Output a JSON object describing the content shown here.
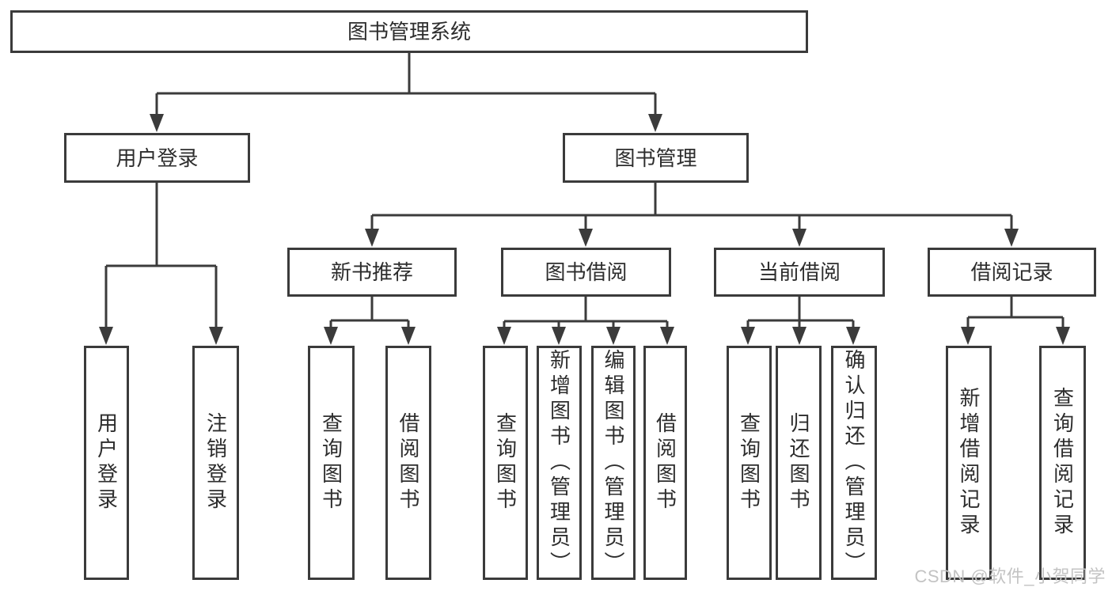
{
  "diagram": {
    "title": "图书管理系统",
    "watermark": "CSDN @软件_小贺同学",
    "colors": {
      "line": "#3b3b3b",
      "box_border": "#3b3b3b",
      "text": "#2d2d2d",
      "background": "#ffffff",
      "watermark": "#c3c3c3"
    }
  },
  "nodes": {
    "root": {
      "label": "图书管理系统"
    },
    "login": {
      "label": "用户登录"
    },
    "mgmt": {
      "label": "图书管理"
    },
    "login_user": {
      "label": "用户登录"
    },
    "login_logout": {
      "label": "注销登录"
    },
    "recommend": {
      "label": "新书推荐"
    },
    "borrow": {
      "label": "图书借阅"
    },
    "current": {
      "label": "当前借阅"
    },
    "records": {
      "label": "借阅记录"
    },
    "recommend_query": {
      "label": "查询图书"
    },
    "recommend_borrow": {
      "label": "借阅图书"
    },
    "borrow_query": {
      "label": "查询图书"
    },
    "borrow_add": {
      "label": "新增图书（管理员）"
    },
    "borrow_edit": {
      "label": "编辑图书（管理员）"
    },
    "borrow_lend": {
      "label": "借阅图书"
    },
    "current_query": {
      "label": "查询图书"
    },
    "current_return": {
      "label": "归还图书"
    },
    "current_confirm": {
      "label": "确认归还（管理员）"
    },
    "records_add": {
      "label": "新增借阅记录"
    },
    "records_query": {
      "label": "查询借阅记录"
    }
  },
  "hierarchy": {
    "root": [
      "login",
      "mgmt"
    ],
    "login": [
      "login_user",
      "login_logout"
    ],
    "mgmt": [
      "recommend",
      "borrow",
      "current",
      "records"
    ],
    "recommend": [
      "recommend_query",
      "recommend_borrow"
    ],
    "borrow": [
      "borrow_query",
      "borrow_add",
      "borrow_edit",
      "borrow_lend"
    ],
    "current": [
      "current_query",
      "current_return",
      "current_confirm"
    ],
    "records": [
      "records_add",
      "records_query"
    ]
  }
}
